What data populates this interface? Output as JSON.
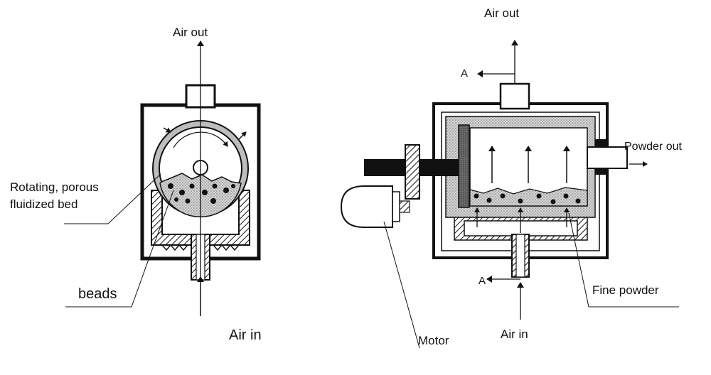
{
  "left_diagram": {
    "air_out": "Air out",
    "bed_label_line1": "Rotating, porous",
    "bed_label_line2": "fluidized bed",
    "beads": "beads",
    "air_in": "Air in"
  },
  "right_diagram": {
    "air_out": "Air out",
    "section_a_top": "A",
    "section_a_bottom": "A",
    "powder_out": "Powder out",
    "fine_powder": "Fine powder",
    "motor": "Motor",
    "air_in": "Air in"
  }
}
